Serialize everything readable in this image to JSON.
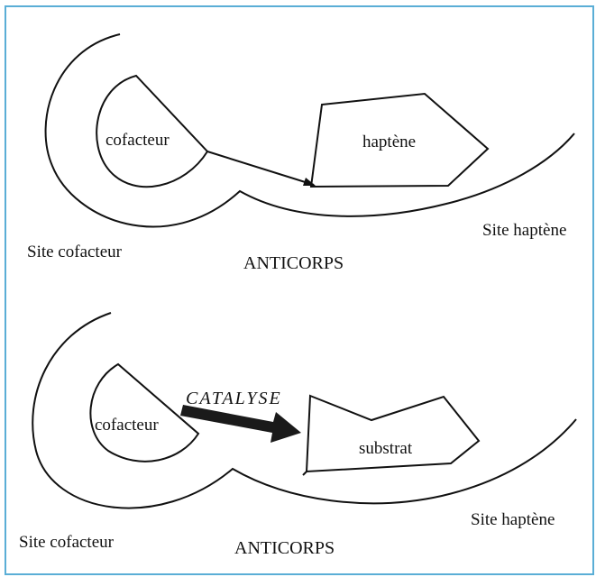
{
  "colors": {
    "frame": "#5aaed6",
    "stroke": "#111111",
    "arrow": "#1a1a1a"
  },
  "top_panel": {
    "cofactor_label": "cofacteur",
    "hapten_label": "haptène",
    "site_cofactor_label": "Site cofacteur",
    "site_hapten_label": "Site haptène",
    "antibody_label": "ANTICORPS"
  },
  "bottom_panel": {
    "cofactor_label": "cofacteur",
    "substrate_label": "substrat",
    "catalysis_label": "CATALYSE",
    "site_cofactor_label": "Site cofacteur",
    "site_hapten_label": "Site haptène",
    "antibody_label": "ANTICORPS"
  }
}
